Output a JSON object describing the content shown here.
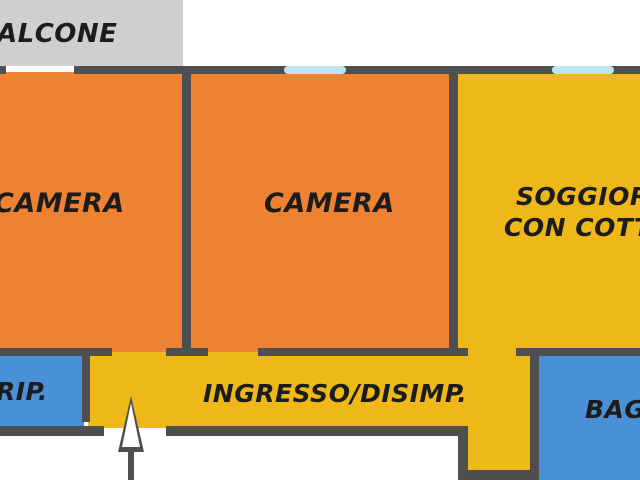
{
  "plan": {
    "rooms": {
      "balcony": {
        "label": "ALCONE",
        "color": "#cfcfcf"
      },
      "bedroom_left": {
        "label": "CAMERA",
        "color": "#ef8232"
      },
      "bedroom_middle": {
        "label": "CAMERA",
        "color": "#ef8232"
      },
      "living": {
        "label_line1": "SOGGIORN",
        "label_line2": "CON COTTU",
        "color": "#eeb818"
      },
      "storage": {
        "label": "RIP.",
        "color": "#4a90d6"
      },
      "hall": {
        "label": "INGRESSO/DISIMP.",
        "color": "#eeb818"
      },
      "bathroom": {
        "label": "BAGI",
        "color": "#4a90d6"
      }
    },
    "wall_color": "#4f4f4f",
    "window_color": "#bfe4f2",
    "entrance_arrow": "up-arrow"
  }
}
